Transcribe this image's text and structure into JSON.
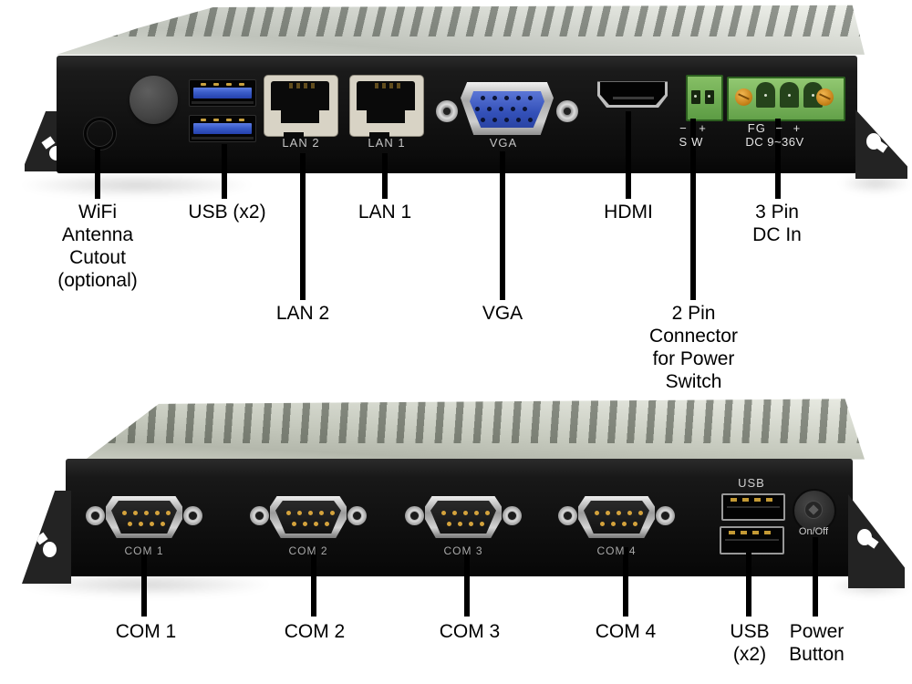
{
  "front_view": {
    "silkscreen": {
      "lan2": "LAN 2",
      "lan1": "LAN 1",
      "vga": "VGA",
      "sw_polarity": "− +",
      "sw": "SW",
      "dc_polarity": "FG − +",
      "dc_rating": "DC 9~36V"
    },
    "callouts": {
      "wifi": {
        "lines": [
          "WiFi",
          "Antenna",
          "Cutout",
          "(optional)"
        ]
      },
      "usb": {
        "lines": [
          "USB (x2)"
        ]
      },
      "lan2": {
        "lines": [
          "LAN 2"
        ]
      },
      "lan1": {
        "lines": [
          "LAN 1"
        ]
      },
      "vga": {
        "lines": [
          "VGA"
        ]
      },
      "hdmi": {
        "lines": [
          "HDMI"
        ]
      },
      "power_switch": {
        "lines": [
          "2 Pin",
          "Connector",
          "for Power",
          "Switch"
        ]
      },
      "dc_in": {
        "lines": [
          "3 Pin",
          "DC In"
        ]
      }
    }
  },
  "rear_view": {
    "silkscreen": {
      "com1": "COM 1",
      "com2": "COM 2",
      "com3": "COM 3",
      "com4": "COM 4",
      "usb": "USB",
      "power": "On/Off"
    },
    "callouts": {
      "com1": {
        "lines": [
          "COM 1"
        ]
      },
      "com2": {
        "lines": [
          "COM 2"
        ]
      },
      "com3": {
        "lines": [
          "COM 3"
        ]
      },
      "com4": {
        "lines": [
          "COM 4"
        ]
      },
      "usb": {
        "lines": [
          "USB",
          "(x2)"
        ]
      },
      "power": {
        "lines": [
          "Power",
          "Button"
        ]
      }
    }
  },
  "palette": {
    "background": "#ffffff",
    "chassis_black": "#141414",
    "heatsink_silver": "#c6cac2",
    "usb3_blue": "#3a5cc8",
    "rj45_beige": "#d8d3c5",
    "vga_blue": "#3350b8",
    "connector_green": "#6fae53",
    "screw_orange": "#d08a1e",
    "pin_gold": "#c99733",
    "callout_text": "#000000",
    "silkscreen_text": "#c4c4c4"
  }
}
